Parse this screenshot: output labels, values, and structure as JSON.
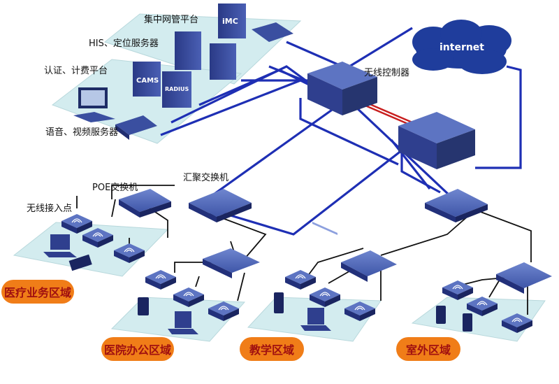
{
  "labels": {
    "mgmt_platform": "集中网管平台",
    "his_server": "HIS、定位服务器",
    "auth_platform": "认证、计费平台",
    "voice_video": "语音、视频服务器",
    "wireless_controller": "无线控制器",
    "poe_switch": "POE交换机",
    "aggregation_switch": "汇聚交换机",
    "wireless_ap": "无线接入点",
    "internet": "internet"
  },
  "device_text": {
    "imc": "iMC",
    "cams": "CAMS",
    "radius": "RADIUS"
  },
  "zones": {
    "medical": "医疗业务区域",
    "office": "医院办公区域",
    "teaching": "教学区域",
    "outdoor": "室外区域"
  },
  "colors": {
    "link_blue": "#1e2fb4",
    "link_black": "#111111",
    "link_red": "#c81e1e",
    "device_blue": "#3a4fa0",
    "platform_fill": "#d3ecef",
    "zone_orange": "#f07d18"
  }
}
